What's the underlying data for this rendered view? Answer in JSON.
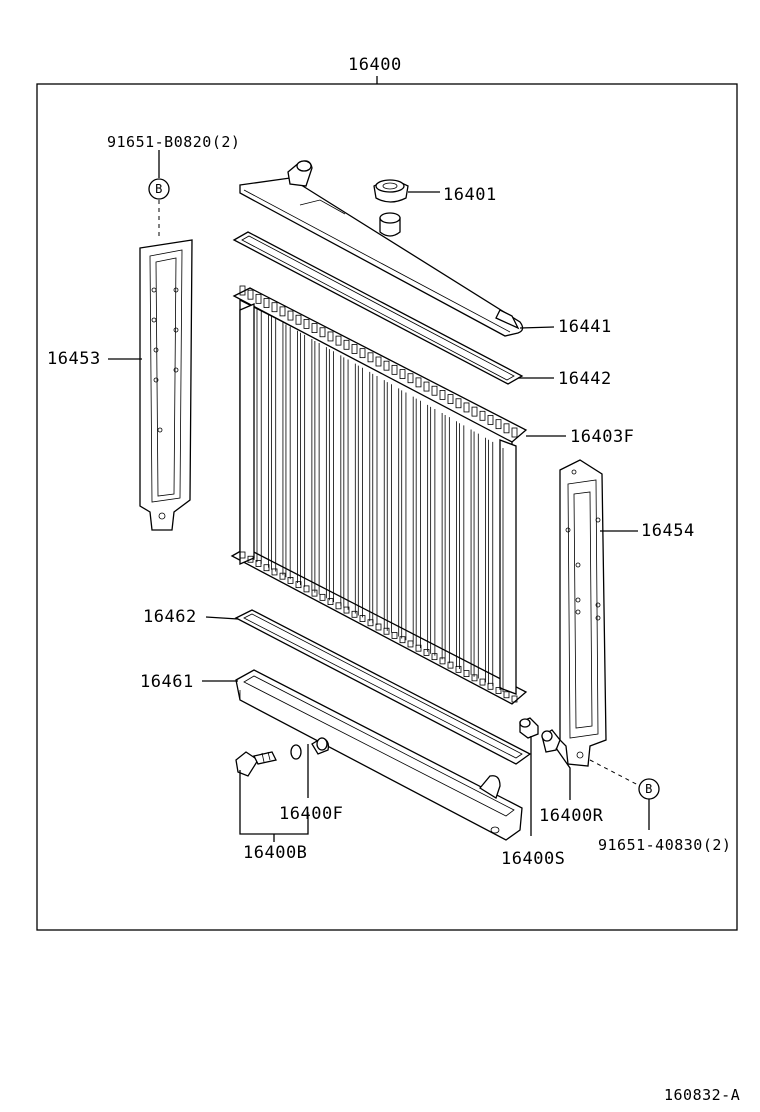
{
  "labels": {
    "assembly": "16400",
    "clip_top": "91651-B0820(2)",
    "clip_bottom": "91651-40830(2)",
    "ref_b": "B",
    "cap": "16401",
    "upper_tank": "16441",
    "upper_gasket": "16442",
    "core": "16403F",
    "left_support": "16453",
    "right_support": "16454",
    "lower_gasket": "16462",
    "lower_tank": "16461",
    "drain_plug": "16400F",
    "drain_cock": "16400B",
    "plug_s": "16400S",
    "plug_r": "16400R",
    "figure_id": "160832-A"
  }
}
